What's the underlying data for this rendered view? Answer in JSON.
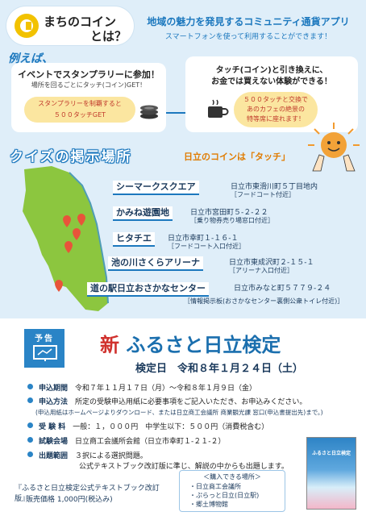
{
  "header": {
    "logo_part1": "まちのコイン",
    "logo_part2": "とは？",
    "tagline": "地域の魅力を発見するコミュニティ通貨アプリ",
    "subtagline": "スマートフォンを使って利用することができます！"
  },
  "example": {
    "label": "例えば、",
    "card1": {
      "title": "イベントでスタンプラリーに参加！",
      "subtitle": "場所を回るごとにタッチ(コイン)GET！",
      "bubble_line1": "スタンプラリーを制覇すると",
      "bubble_line2": "５００タッチGET"
    },
    "card2": {
      "title_line1": "タッチ(コイン)と引き換えに、",
      "title_line2": "お金では買えない体験ができる！",
      "bubble_line1": "５００タッチと交換で",
      "bubble_line2": "あのカフェの絶景の",
      "bubble_line3": "特等席に座れます！"
    }
  },
  "quiz": {
    "title": "クイズの掲示場所",
    "coin_name": "日立のコインは「タッチ」",
    "locations": [
      {
        "name": "シーマークスクエア",
        "address": "日立市東滑川町５丁目地内",
        "note": "［フードコート付近］"
      },
      {
        "name": "かみね遊園地",
        "address": "日立市宮田町５-２-２２",
        "note": "［乗り物券売り場窓口付近］"
      },
      {
        "name": "ヒタチエ",
        "address": "日立市幸町１-１６-１",
        "note": "［フードコート入口付近］"
      },
      {
        "name": "池の川さくらアリーナ",
        "address": "日立市東成沢町２-１５-１",
        "note": "［アリーナ入口付近］"
      },
      {
        "name": "道の駅日立おさかなセンター",
        "address": "日立市みなと町５７７９-２４",
        "note": "［情報掲示板(おさかなセンター裏側公衆トイレ付近)］"
      }
    ]
  },
  "exam": {
    "badge": "予告",
    "title_prefix": "新",
    "title_main": " ふるさと日立検定",
    "date": "検定日　令和８年１月２４日（土）",
    "rows": [
      {
        "label": "申込期間",
        "text": "令和７年１１月１７日（月）～令和８年１月９日（金）"
      },
      {
        "label": "申込方法",
        "text": "所定の受験申込用紙に必要事項をご記入いただき、お申込みください。"
      },
      {
        "label": "",
        "text": "(申込用紙はホームページよりダウンロード、または日立商工会議所 商業観光課 窓口(申込書提出先)まで。)"
      },
      {
        "label": "受 験 料",
        "text": "一般：１，０００円　中学生以下：５００円（消費税含む）"
      },
      {
        "label": "試験会場",
        "text": "日立商工会議所会館（日立市幸町１-２１-２）"
      },
      {
        "label": "出題範囲",
        "text": "３択による選択問題。"
      },
      {
        "label": "",
        "text": "公式テキストブック改訂版に準じ、解説の中からも出題します。"
      }
    ],
    "textbook_name": "『ふるさと日立検定公式テキストブック改訂版』",
    "textbook_price": "販売価格 1,000円(税込み)",
    "shops_title": "＜購入できる場所＞",
    "shops": [
      "・日立商工会議所",
      "・ぷらっと日立(日立駅)",
      "・郷土博物館"
    ],
    "book_label": "ふるさと日立検定"
  },
  "colors": {
    "accent": "#1c78be",
    "badge": "#2a84c6",
    "highlight": "#d0312d",
    "bubble": "#fbe6a0",
    "map": "#8cc63f",
    "pin": "#e8543a"
  }
}
